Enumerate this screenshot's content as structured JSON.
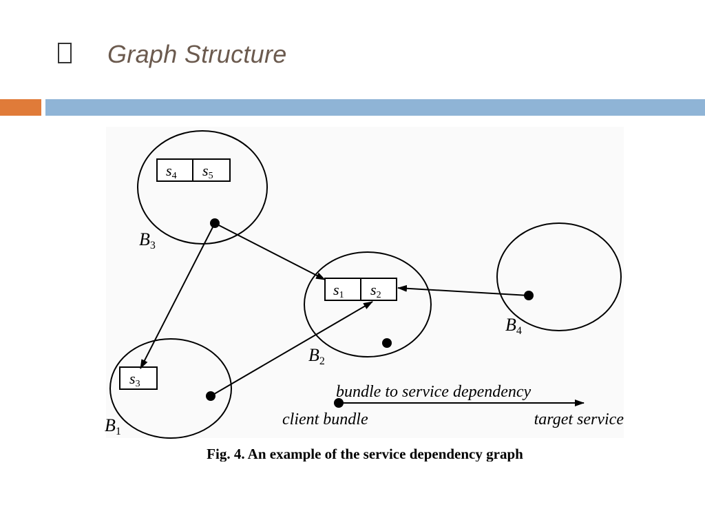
{
  "slide": {
    "title": "Graph Structure",
    "bullet_icon": "square-bullet-icon"
  },
  "accent_colors": {
    "orange": "#e07b39",
    "blue": "#8fb4d6",
    "title": "#6b5a4e"
  },
  "diagram": {
    "bundles": [
      {
        "id": "B3",
        "label": "B",
        "sub": "3"
      },
      {
        "id": "B2",
        "label": "B",
        "sub": "2"
      },
      {
        "id": "B1",
        "label": "B",
        "sub": "1"
      },
      {
        "id": "B4",
        "label": "B",
        "sub": "4"
      }
    ],
    "services": [
      {
        "id": "s4",
        "label": "s",
        "sub": "4"
      },
      {
        "id": "s5",
        "label": "s",
        "sub": "5"
      },
      {
        "id": "s1",
        "label": "s",
        "sub": "1"
      },
      {
        "id": "s2",
        "label": "s",
        "sub": "2"
      },
      {
        "id": "s3",
        "label": "s",
        "sub": "3"
      }
    ],
    "edges": [
      {
        "from": "B3",
        "to": "s1"
      },
      {
        "from": "B3",
        "to": "s3"
      },
      {
        "from": "B1",
        "to": "s2"
      },
      {
        "from": "B4",
        "to": "s2"
      }
    ],
    "legend": {
      "dependency": "bundle to service dependency",
      "client": "client bundle",
      "target": "target service"
    },
    "caption": "Fig. 4. An example of the service dependency graph"
  }
}
